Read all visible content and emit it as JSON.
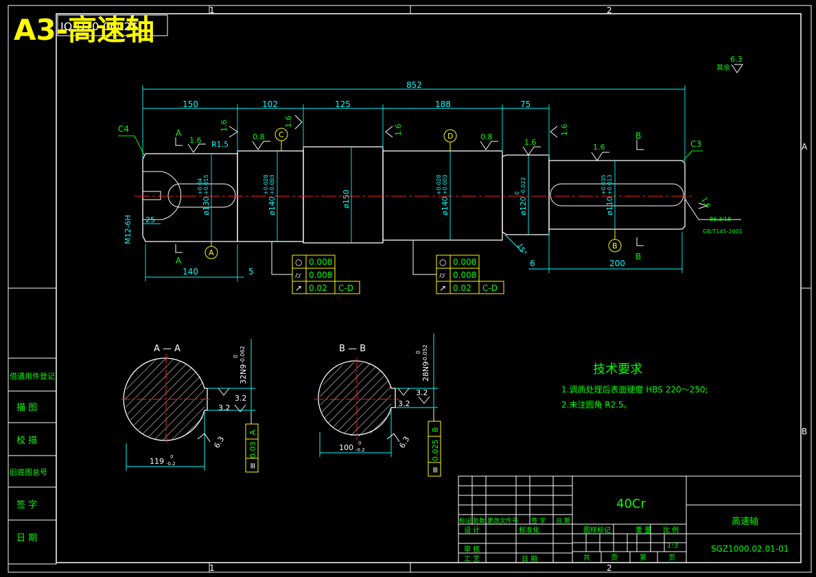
{
  "title_overlay": "A3-高速轴",
  "drawing_code_fragment": "JQ-D10-0602S",
  "zone_labels": {
    "top_1": "1",
    "top_2": "2",
    "bottom_1": "1",
    "bottom_2": "2",
    "right_a": "A",
    "right_b": "B"
  },
  "roughness_rest": {
    "label": "其余",
    "value": "6.3"
  },
  "dimensions": {
    "overall": "852",
    "segments": [
      "150",
      "102",
      "125",
      "188",
      "75"
    ],
    "bottom_140": "140",
    "bottom_5": "5",
    "bottom_6": "6",
    "bottom_200": "200",
    "key_25": "25",
    "thread": "M12-6H",
    "radius": "R1.5",
    "diameters": [
      {
        "main": "ø130",
        "upper": "+0.04",
        "lower": "+0.015"
      },
      {
        "main": "ø140",
        "upper": "+0.028",
        "lower": "+0.003"
      },
      {
        "main": "ø150",
        "upper": "",
        "lower": ""
      },
      {
        "main": "ø140",
        "upper": "+0.028",
        "lower": "+0.003"
      },
      {
        "main": "ø120",
        "upper": "0",
        "lower": "-0.022"
      },
      {
        "main": "ø110",
        "upper": "+0.035",
        "lower": "+0.013"
      }
    ]
  },
  "chamfers": {
    "left": "C4",
    "right": "C3",
    "angle": "15°"
  },
  "roughness_marks": [
    "1.6",
    "1.6",
    "0.8",
    "1.6",
    "1.6",
    "0.8",
    "1.6",
    "1.6",
    "1.6",
    "1.6"
  ],
  "datum_labels": {
    "c": "C",
    "d": "D",
    "a": "A",
    "b": "B"
  },
  "section_labels": {
    "a_left": "A",
    "a_bottom": "A",
    "b_right": "B",
    "b_bottom": "B"
  },
  "center_hole": {
    "line1": "B6.3/18",
    "line2": "GB/T145-2001"
  },
  "tolerance_frames": [
    {
      "rows": [
        {
          "sym": "○",
          "val": "0.008",
          "ref": ""
        },
        {
          "sym": "⌭",
          "val": "0.008",
          "ref": ""
        },
        {
          "sym": "↗",
          "val": "0.02",
          "ref": "C-D"
        }
      ]
    },
    {
      "rows": [
        {
          "sym": "○",
          "val": "0.008",
          "ref": ""
        },
        {
          "sym": "⌭",
          "val": "0.008",
          "ref": ""
        },
        {
          "sym": "↗",
          "val": "0.02",
          "ref": "C-D"
        }
      ]
    }
  ],
  "sections": [
    {
      "title": "A — A",
      "keyway": "32N9",
      "kw_upper": "0",
      "kw_lower": "-0.062",
      "depth": "119",
      "depth_upper": "0",
      "depth_lower": "-0.2",
      "rough_side": "3.2",
      "rough_side2": "3.2",
      "rough_bottom": "6.3",
      "sym_val": "0.03",
      "sym_ref": "A",
      "sym_symbol": "≡"
    },
    {
      "title": "B — B",
      "keyway": "28N9",
      "kw_upper": "0",
      "kw_lower": "-0.052",
      "depth": "100",
      "depth_upper": "0",
      "depth_lower": "-0.2",
      "rough_side": "3.2",
      "rough_side2": "3.2",
      "rough_bottom": "6.3",
      "sym_val": "0.025",
      "sym_ref": "B",
      "sym_symbol": "≡"
    }
  ],
  "tech_requirements": {
    "heading": "技术要求",
    "items": [
      "1.调质处理后表面硬度 HBS 220～250;",
      "2.未注圆角 R2.5。"
    ]
  },
  "left_strip": [
    "借通用件登记",
    "描 图",
    "校 描",
    "旧底图总号",
    "签 字",
    "日 期"
  ],
  "title_block": {
    "material": "40Cr",
    "part_name": "高速轴",
    "drawing_no": "SGZ1000.02.01-01",
    "scale": "1:3",
    "rev_headers": [
      "标记",
      "处数",
      "更改文件号",
      "签 字",
      "日 期"
    ],
    "row_design": "设 计",
    "row_standard": "标准化",
    "row_review": "审 核",
    "row_process": "工 艺",
    "row_date": "日 期",
    "stage_label": "图样标记",
    "weight_label": "重 量",
    "scale_label": "比 例",
    "sheets_total_label": "共",
    "sheets_page_label": "页",
    "sheet_no_label": "第",
    "sheet_page_label2": "页"
  },
  "colors": {
    "background": "#000000",
    "outline": "#ffffff",
    "dimension": "#00ffff",
    "text": "#00ff00",
    "centerline": "#ff2020",
    "overlay": "#ffff00"
  }
}
